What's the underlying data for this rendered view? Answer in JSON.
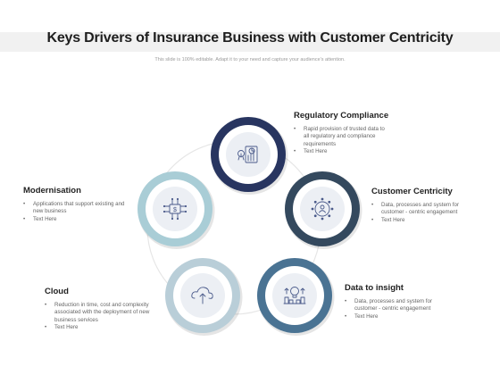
{
  "page": {
    "title": "Keys Drivers of Insurance Business with Customer Centricity",
    "subtitle": "This slide is 100% editable. Adapt it to your need and capture your audience's attention."
  },
  "nodes": [
    {
      "key": "regulatory",
      "heading": "Regulatory Compliance",
      "bullets": [
        "Rapid provision of trusted data to all regulatory  and compliance requirements",
        "Text Here"
      ],
      "ring_color": "#283560",
      "icon": "analytics-report-icon"
    },
    {
      "key": "customer",
      "heading": "Customer Centricity",
      "bullets": [
        "Data, processes and system for customer - centric engagement",
        "Text Here"
      ],
      "ring_color": "#34495e",
      "icon": "customer-network-icon"
    },
    {
      "key": "insight",
      "heading": "Data to insight",
      "bullets": [
        "Data, processes and system for customer - centric engagement",
        "Text Here"
      ],
      "ring_color": "#4a7393",
      "icon": "idea-growth-icon"
    },
    {
      "key": "cloud",
      "heading": "Cloud",
      "bullets": [
        "Reduction in time, cost and complexity associated with the deployment of new business services",
        "Text Here"
      ],
      "ring_color": "#b9ced8",
      "icon": "cloud-upload-icon"
    },
    {
      "key": "modernisation",
      "heading": "Modernisation",
      "bullets": [
        "Applications that support existing and new business",
        "Text Here"
      ],
      "ring_color": "#a9cdd6",
      "icon": "circuit-money-icon"
    }
  ]
}
